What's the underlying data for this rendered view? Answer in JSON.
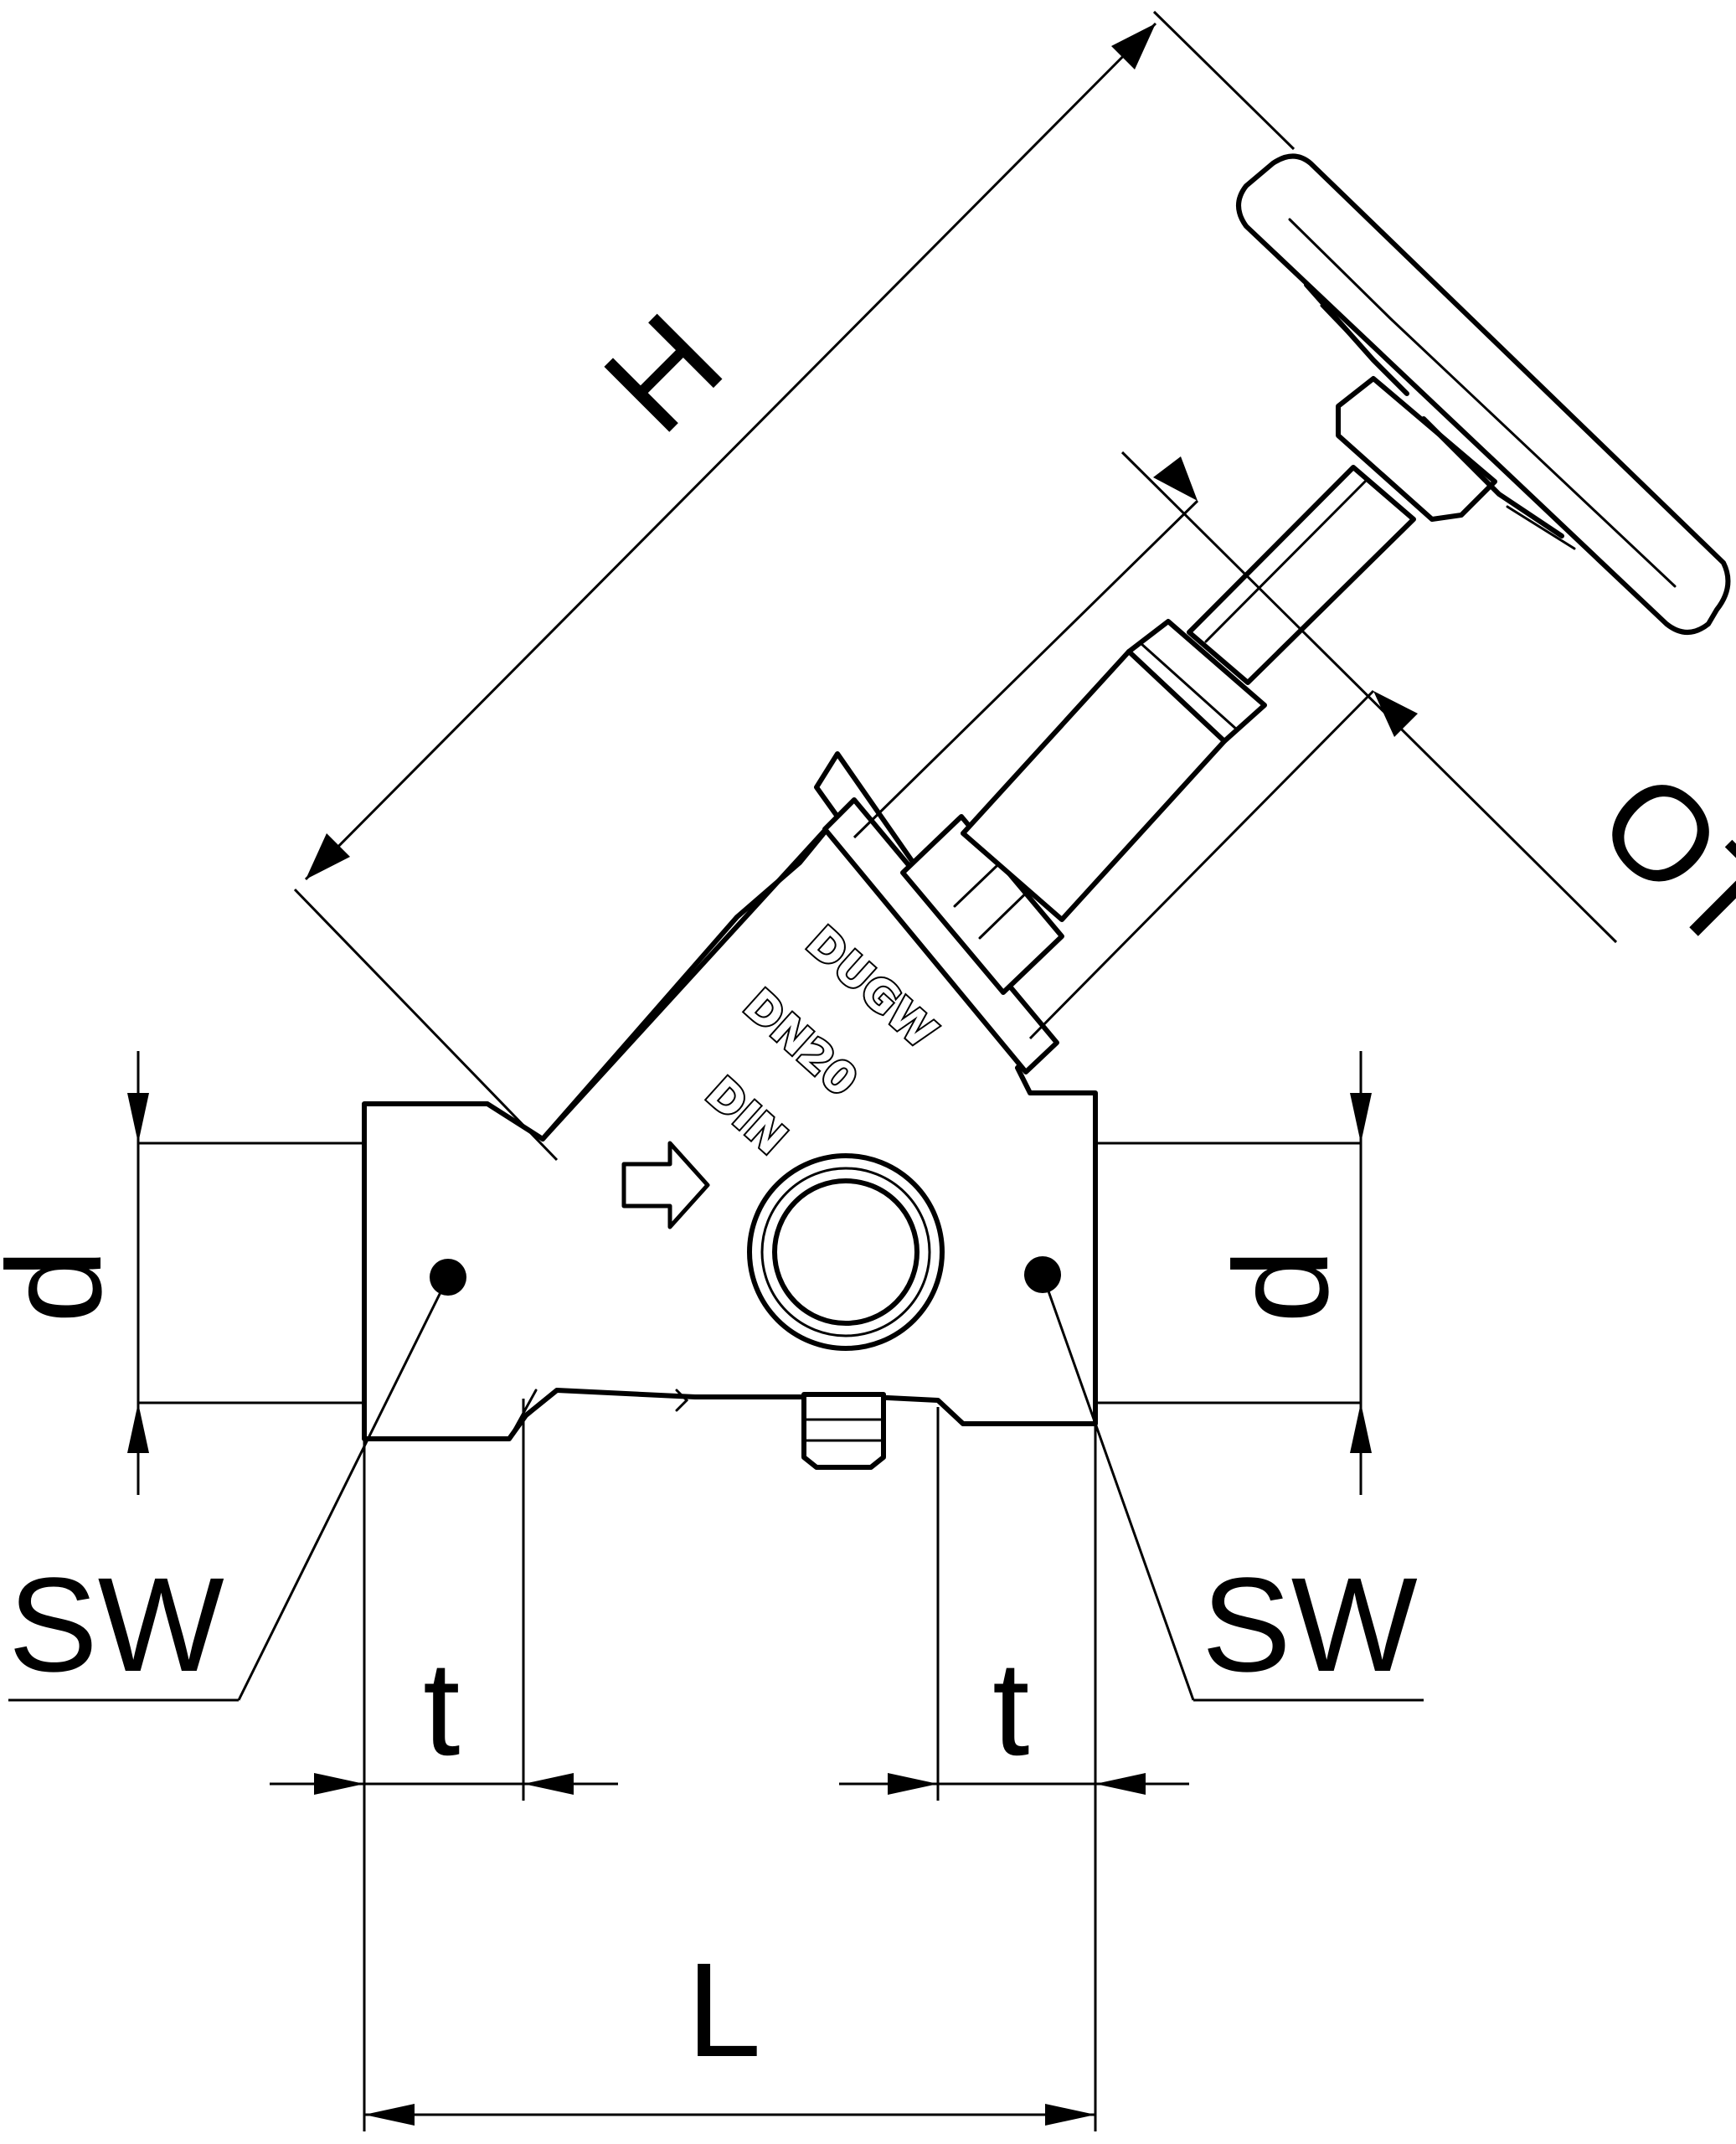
{
  "dimensions": {
    "height": "H",
    "stroke": "OT",
    "diameter_left": "d",
    "diameter_right": "d",
    "wrench_left": "SW",
    "wrench_right": "SW",
    "depth_left": "t",
    "depth_right": "t",
    "length": "L"
  },
  "body_marking": {
    "brand": "DUGW",
    "size": "DN20",
    "standard": "DIN"
  }
}
